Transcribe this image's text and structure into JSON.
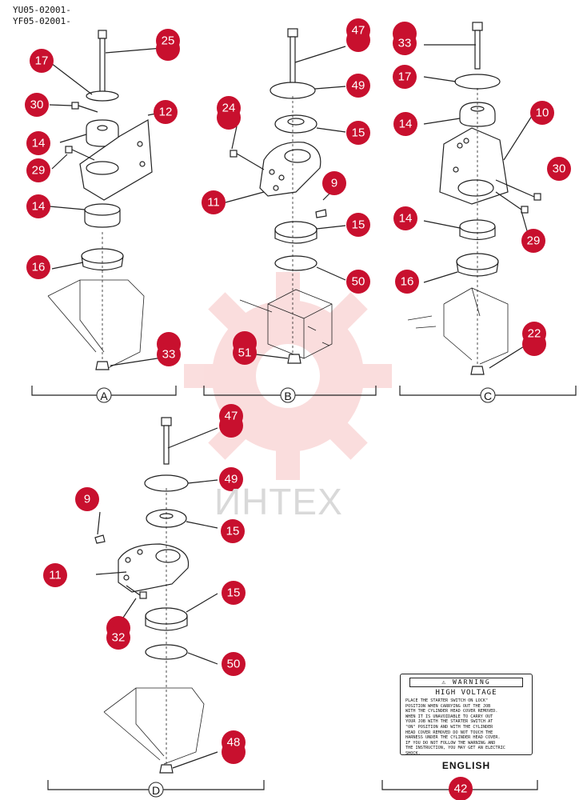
{
  "header": {
    "code_line_1": "YU05-02001-",
    "code_line_2": "YF05-02001-"
  },
  "watermark": {
    "text": "ИНТЕХ"
  },
  "colors": {
    "badge": "#c8102e",
    "line": "#222222",
    "watermark": "#f2b8b8"
  },
  "sections": {
    "a": "A",
    "b": "B",
    "c": "C",
    "d": "D"
  },
  "callouts": {
    "a": {
      "c25": "25",
      "c17": "17",
      "c30": "30",
      "c12": "12",
      "c14_top": "14",
      "c29": "29",
      "c14_bottom": "14",
      "c16": "16",
      "c33": "33"
    },
    "b": {
      "c47": "47",
      "c49": "49",
      "c24": "24",
      "c15_top": "15",
      "c9": "9",
      "c11": "11",
      "c15_bottom": "15",
      "c50": "50",
      "c51": "51"
    },
    "c": {
      "c33": "33",
      "c17": "17",
      "c10": "10",
      "c14_top": "14",
      "c30": "30",
      "c14_bottom": "14",
      "c29": "29",
      "c16": "16",
      "c22": "22"
    },
    "d": {
      "c47": "47",
      "c49": "49",
      "c9": "9",
      "c15_top": "15",
      "c11": "11",
      "c15_bottom": "15",
      "c32": "32",
      "c50": "50",
      "c48": "48"
    },
    "label": {
      "c42": "42"
    }
  },
  "warning_label": {
    "heading": "WARNING",
    "subheading": "HIGH VOLTAGE",
    "body_lines": [
      "PLACE THE STARTER SWITCH ON LOCK\"",
      "POSITION WHEN CARRYING OUT THE JOB",
      "WITH THE CYLINDER HEAD COVER REMOVED.",
      "WHEN IT IS UNAVOIDABLE TO CARRY OUT",
      "YOUR JOB WITH THE STARTER SWITCH AT",
      "\"ON\" POSITION AND WITH THE CYLINDER",
      "HEAD COVER REMOVED DO NOT TOUCH THE",
      "HARNESS UNDER THE CYLINDER HEAD COVER.",
      "IF YOU DO NOT FOLLOW THE WARNING AND",
      "THE INSTRUCTION, YOU MAY GET AN ELECTRIC",
      "SHOCK."
    ],
    "language": "ENGLISH"
  }
}
